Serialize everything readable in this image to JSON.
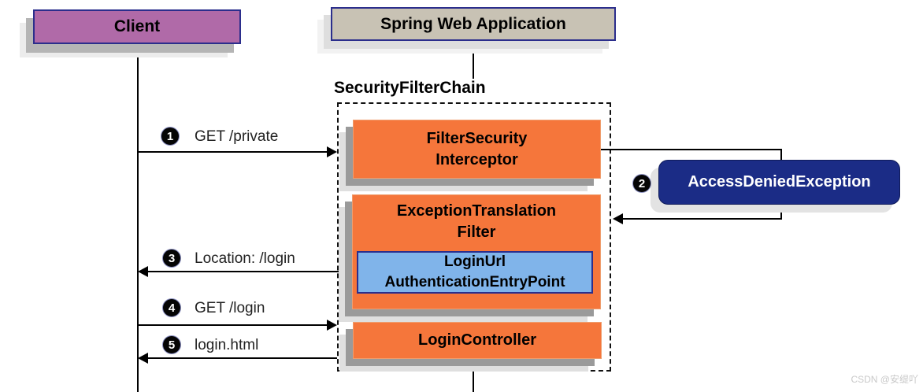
{
  "watermark": "CSDN @安缇吖",
  "colors": {
    "client_fill": "#b06aa8",
    "app_fill": "#c8c2b4",
    "filter_fill": "#f5763b",
    "entry_point_fill": "#80b4ea",
    "exception_fill": "#1b2c86",
    "border_navy": "#2b2e8c"
  },
  "diagram": {
    "client_label": "Client",
    "app_label": "Spring Web Application",
    "chain_title": "SecurityFilterChain",
    "boxes": {
      "filter_security_interceptor": {
        "line1": "FilterSecurity",
        "line2": "Interceptor"
      },
      "exception_translation_filter": {
        "line1": "ExceptionTranslation",
        "line2": "Filter"
      },
      "login_url_authentication_entry_point": {
        "line1": "LoginUrl",
        "line2": "AuthenticationEntryPoint"
      },
      "login_controller": {
        "label": "LoginController"
      },
      "access_denied_exception": {
        "label": "AccessDeniedException"
      }
    },
    "steps": {
      "s1": {
        "num": "1",
        "label": "GET /private"
      },
      "s2": {
        "num": "2"
      },
      "s3": {
        "num": "3",
        "label": "Location: /login"
      },
      "s4": {
        "num": "4",
        "label": "GET /login"
      },
      "s5": {
        "num": "5",
        "label": "login.html"
      }
    }
  }
}
